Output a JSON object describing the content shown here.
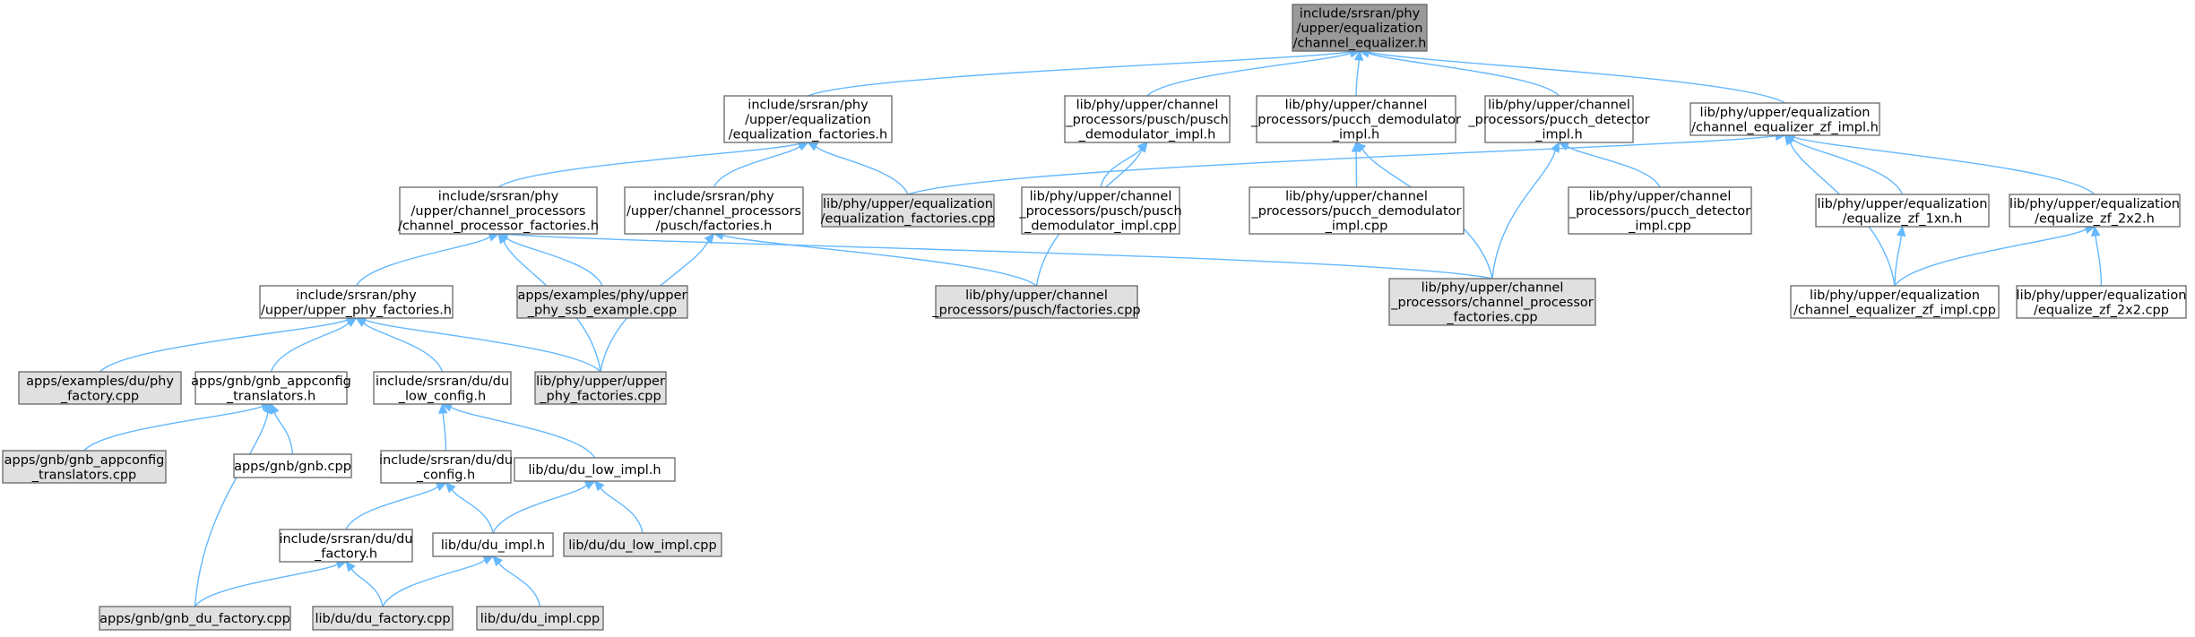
{
  "colors": {
    "edge": "#63b8ff",
    "node_border": "#666666",
    "focus_fill": "#999999",
    "leaf_fill": "#e0e0e0",
    "plain_fill": "#ffffff"
  },
  "nodes": [
    {
      "id": "n0",
      "lines": [
        "include/srsran/phy",
        "/upper/equalization",
        "/channel_equalizer.h"
      ],
      "style": "focus"
    },
    {
      "id": "n1",
      "lines": [
        "include/srsran/phy",
        "/upper/equalization",
        "/equalization_factories.h"
      ],
      "style": "plain"
    },
    {
      "id": "n2",
      "lines": [
        "lib/phy/upper/channel",
        "_processors/pusch/pusch",
        "_demodulator_impl.h"
      ],
      "style": "plain"
    },
    {
      "id": "n3",
      "lines": [
        "lib/phy/upper/channel",
        "_processors/pucch_demodulator",
        "_impl.h"
      ],
      "style": "plain"
    },
    {
      "id": "n4",
      "lines": [
        "lib/phy/upper/channel",
        "_processors/pucch_detector",
        "_impl.h"
      ],
      "style": "plain"
    },
    {
      "id": "n5",
      "lines": [
        "lib/phy/upper/equalization",
        "/channel_equalizer_zf_impl.h"
      ],
      "style": "plain"
    },
    {
      "id": "n6",
      "lines": [
        "include/srsran/phy",
        "/upper/channel_processors",
        "/channel_processor_factories.h"
      ],
      "style": "plain"
    },
    {
      "id": "n7",
      "lines": [
        "include/srsran/phy",
        "/upper/channel_processors",
        "/pusch/factories.h"
      ],
      "style": "plain"
    },
    {
      "id": "n8",
      "lines": [
        "lib/phy/upper/equalization",
        "/equalization_factories.cpp"
      ],
      "style": "leaf"
    },
    {
      "id": "n9",
      "lines": [
        "lib/phy/upper/channel",
        "_processors/pusch/pusch",
        "_demodulator_impl.cpp"
      ],
      "style": "plain"
    },
    {
      "id": "n10",
      "lines": [
        "lib/phy/upper/channel",
        "_processors/pucch_demodulator",
        "_impl.cpp"
      ],
      "style": "plain"
    },
    {
      "id": "n11",
      "lines": [
        "lib/phy/upper/channel",
        "_processors/pucch_detector",
        "_impl.cpp"
      ],
      "style": "plain"
    },
    {
      "id": "n12",
      "lines": [
        "lib/phy/upper/equalization",
        "/equalize_zf_1xn.h"
      ],
      "style": "plain"
    },
    {
      "id": "n13",
      "lines": [
        "lib/phy/upper/equalization",
        "/equalize_zf_2x2.h"
      ],
      "style": "plain"
    },
    {
      "id": "n14",
      "lines": [
        "include/srsran/phy",
        "/upper/upper_phy_factories.h"
      ],
      "style": "plain"
    },
    {
      "id": "n15",
      "lines": [
        "apps/examples/phy/upper",
        "_phy_ssb_example.cpp"
      ],
      "style": "leaf"
    },
    {
      "id": "n16",
      "lines": [
        "lib/phy/upper/channel",
        "_processors/pusch/factories.cpp"
      ],
      "style": "leaf"
    },
    {
      "id": "n17",
      "lines": [
        "lib/phy/upper/channel",
        "_processors/channel_processor",
        "_factories.cpp"
      ],
      "style": "leaf"
    },
    {
      "id": "n18",
      "lines": [
        "lib/phy/upper/equalization",
        "/channel_equalizer_zf_impl.cpp"
      ],
      "style": "plain"
    },
    {
      "id": "n19",
      "lines": [
        "lib/phy/upper/equalization",
        "/equalize_zf_2x2.cpp"
      ],
      "style": "plain"
    },
    {
      "id": "n20",
      "lines": [
        "apps/examples/du/phy",
        "_factory.cpp"
      ],
      "style": "leaf"
    },
    {
      "id": "n21",
      "lines": [
        "apps/gnb/gnb_appconfig",
        "_translators.h"
      ],
      "style": "plain"
    },
    {
      "id": "n22",
      "lines": [
        "include/srsran/du/du",
        "_low_config.h"
      ],
      "style": "plain"
    },
    {
      "id": "n23",
      "lines": [
        "lib/phy/upper/upper",
        "_phy_factories.cpp"
      ],
      "style": "leaf"
    },
    {
      "id": "n24",
      "lines": [
        "apps/gnb/gnb_appconfig",
        "_translators.cpp"
      ],
      "style": "leaf"
    },
    {
      "id": "n25",
      "lines": [
        "apps/gnb/gnb.cpp"
      ],
      "style": "plain"
    },
    {
      "id": "n26",
      "lines": [
        "include/srsran/du/du",
        "_config.h"
      ],
      "style": "plain"
    },
    {
      "id": "n27",
      "lines": [
        "lib/du/du_low_impl.h"
      ],
      "style": "plain"
    },
    {
      "id": "n28",
      "lines": [
        "include/srsran/du/du",
        "_factory.h"
      ],
      "style": "plain"
    },
    {
      "id": "n29",
      "lines": [
        "lib/du/du_impl.h"
      ],
      "style": "plain"
    },
    {
      "id": "n30",
      "lines": [
        "lib/du/du_low_impl.cpp"
      ],
      "style": "leaf"
    },
    {
      "id": "n31",
      "lines": [
        "apps/gnb/gnb_du_factory.cpp"
      ],
      "style": "leaf"
    },
    {
      "id": "n32",
      "lines": [
        "lib/du/du_factory.cpp"
      ],
      "style": "leaf"
    },
    {
      "id": "n33",
      "lines": [
        "lib/du/du_impl.cpp"
      ],
      "style": "leaf"
    }
  ],
  "edges": [
    {
      "from": "n1",
      "to": "n0"
    },
    {
      "from": "n2",
      "to": "n0"
    },
    {
      "from": "n3",
      "to": "n0"
    },
    {
      "from": "n4",
      "to": "n0"
    },
    {
      "from": "n5",
      "to": "n0"
    },
    {
      "from": "n6",
      "to": "n1"
    },
    {
      "from": "n7",
      "to": "n1"
    },
    {
      "from": "n8",
      "to": "n1"
    },
    {
      "from": "n9",
      "to": "n2"
    },
    {
      "from": "n16",
      "to": "n2"
    },
    {
      "from": "n10",
      "to": "n3"
    },
    {
      "from": "n17",
      "to": "n3"
    },
    {
      "from": "n11",
      "to": "n4"
    },
    {
      "from": "n17",
      "to": "n4"
    },
    {
      "from": "n8",
      "to": "n5"
    },
    {
      "from": "n12",
      "to": "n5"
    },
    {
      "from": "n13",
      "to": "n5"
    },
    {
      "from": "n18",
      "to": "n5"
    },
    {
      "from": "n14",
      "to": "n6"
    },
    {
      "from": "n15",
      "to": "n6"
    },
    {
      "from": "n23",
      "to": "n6"
    },
    {
      "from": "n17",
      "to": "n6"
    },
    {
      "from": "n16",
      "to": "n7"
    },
    {
      "from": "n23",
      "to": "n7"
    },
    {
      "from": "n18",
      "to": "n12"
    },
    {
      "from": "n18",
      "to": "n13"
    },
    {
      "from": "n19",
      "to": "n13"
    },
    {
      "from": "n20",
      "to": "n14"
    },
    {
      "from": "n21",
      "to": "n14"
    },
    {
      "from": "n22",
      "to": "n14"
    },
    {
      "from": "n23",
      "to": "n14"
    },
    {
      "from": "n24",
      "to": "n21"
    },
    {
      "from": "n25",
      "to": "n21"
    },
    {
      "from": "n31",
      "to": "n21"
    },
    {
      "from": "n26",
      "to": "n22"
    },
    {
      "from": "n27",
      "to": "n22"
    },
    {
      "from": "n28",
      "to": "n26"
    },
    {
      "from": "n29",
      "to": "n26"
    },
    {
      "from": "n29",
      "to": "n27"
    },
    {
      "from": "n30",
      "to": "n27"
    },
    {
      "from": "n31",
      "to": "n28"
    },
    {
      "from": "n32",
      "to": "n28"
    },
    {
      "from": "n32",
      "to": "n29"
    },
    {
      "from": "n33",
      "to": "n29"
    }
  ]
}
